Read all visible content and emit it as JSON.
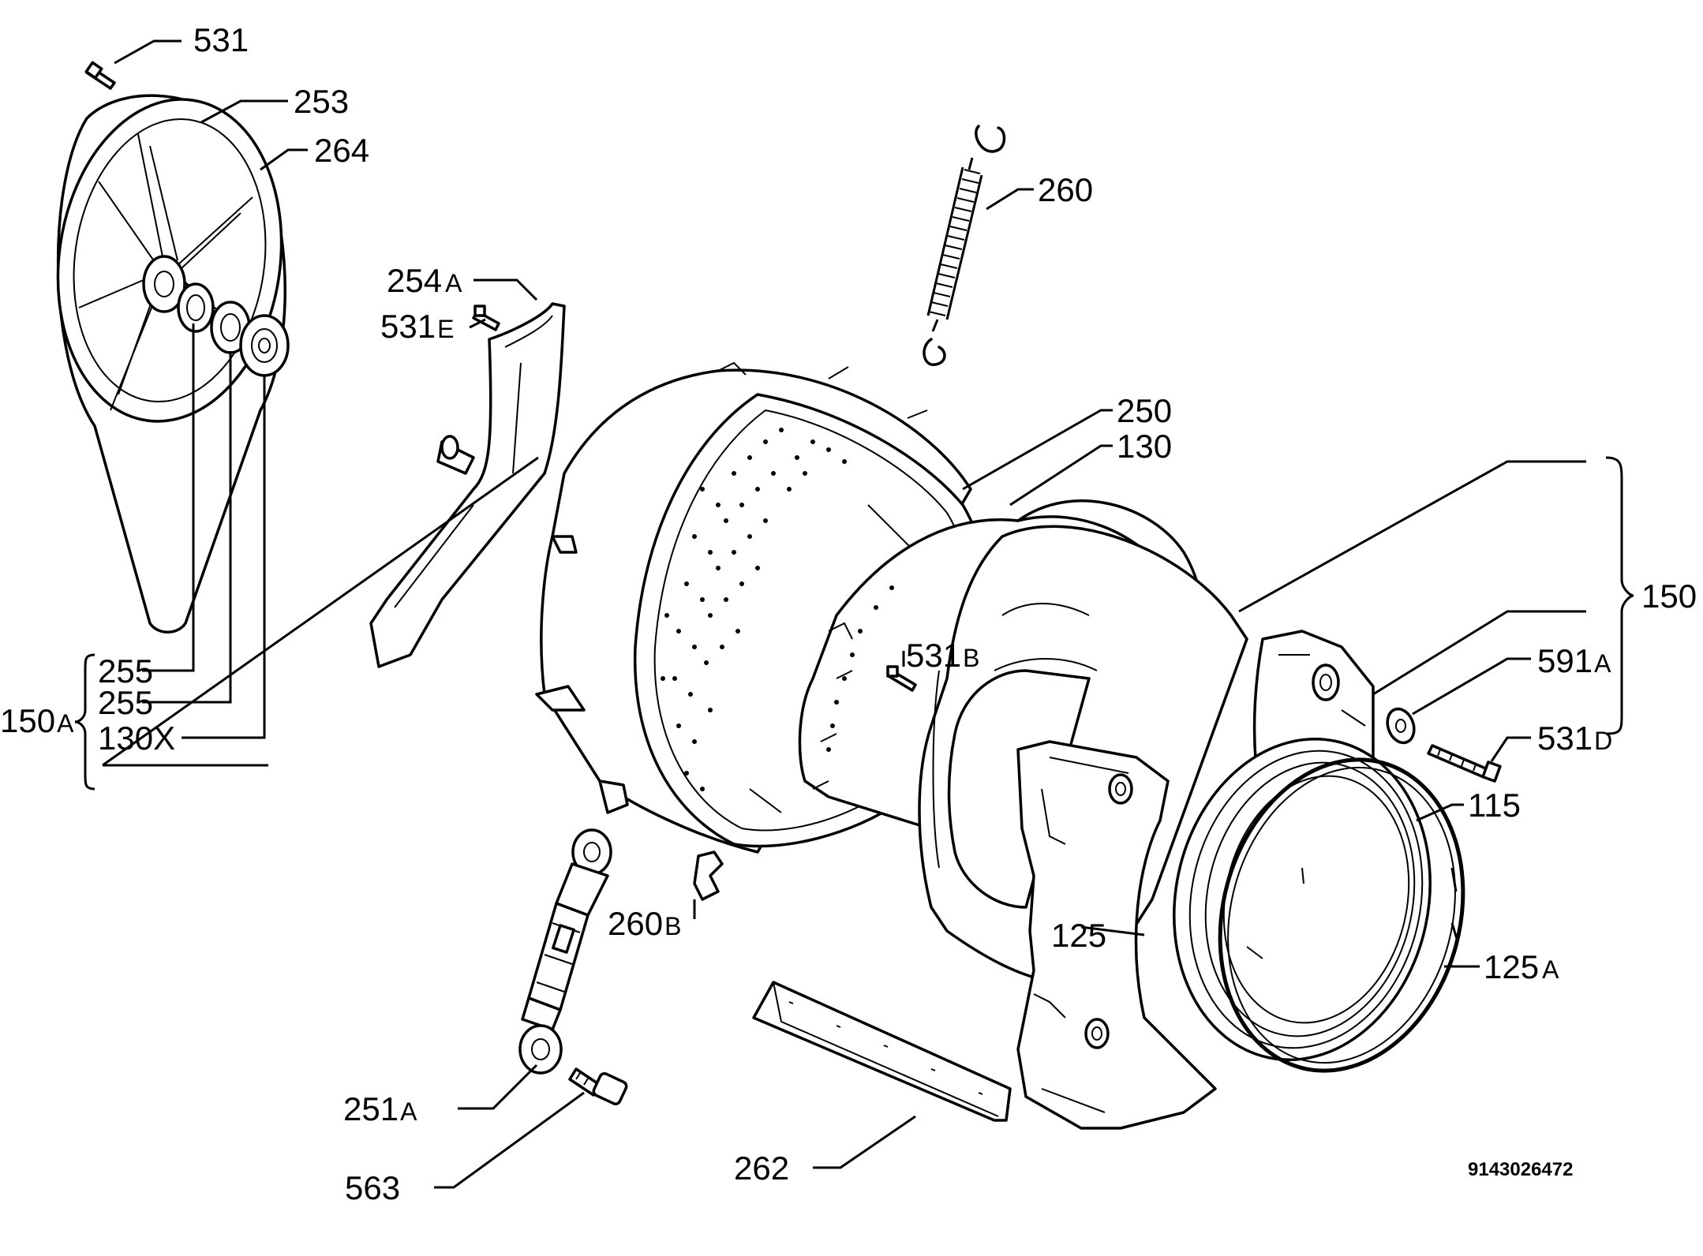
{
  "labels": {
    "p531": {
      "num": "531",
      "suffix": ""
    },
    "p253": {
      "num": "253",
      "suffix": ""
    },
    "p264": {
      "num": "264",
      "suffix": ""
    },
    "p260": {
      "num": "260",
      "suffix": ""
    },
    "p254a": {
      "num": "254",
      "suffix": "A"
    },
    "p531e": {
      "num": "531",
      "suffix": "E"
    },
    "p250": {
      "num": "250",
      "suffix": ""
    },
    "p130": {
      "num": "130",
      "suffix": ""
    },
    "p150": {
      "num": "150",
      "suffix": ""
    },
    "p531b": {
      "num": "531",
      "suffix": "B"
    },
    "p591a": {
      "num": "591",
      "suffix": "A"
    },
    "p531d": {
      "num": "531",
      "suffix": "D"
    },
    "p255a": {
      "num": "255",
      "suffix": ""
    },
    "p255b": {
      "num": "255",
      "suffix": ""
    },
    "p150a": {
      "num": "150",
      "suffix": "A"
    },
    "p130x": {
      "num": "130X",
      "suffix": ""
    },
    "p115": {
      "num": "115",
      "suffix": ""
    },
    "p260b": {
      "num": "260",
      "suffix": "B"
    },
    "p125": {
      "num": "125",
      "suffix": ""
    },
    "p125a": {
      "num": "125",
      "suffix": "A"
    },
    "p251a": {
      "num": "251",
      "suffix": "A"
    },
    "p563": {
      "num": "563",
      "suffix": ""
    },
    "p262": {
      "num": "262",
      "suffix": ""
    }
  },
  "drawing_ref": "9143026472"
}
